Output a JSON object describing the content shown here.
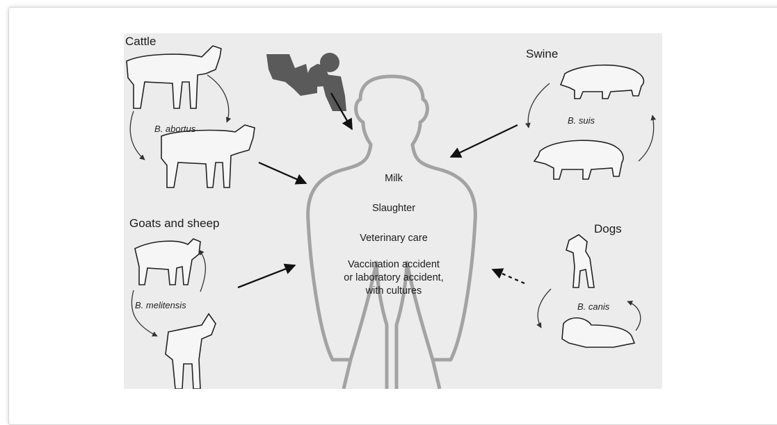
{
  "groups": {
    "cattle": {
      "title": "Cattle",
      "species": "B. abortus",
      "icon": "cow-icon"
    },
    "swine": {
      "title": "Swine",
      "species": "B. suis",
      "icon": "pig-icon"
    },
    "goats": {
      "title": "Goats and sheep",
      "species": "B. melitensis",
      "icon": "goat-sheep-icon"
    },
    "dogs": {
      "title": "Dogs",
      "species": "B. canis",
      "icon": "dog-icon"
    }
  },
  "routes": [
    "Milk",
    "Slaughter",
    "Veterinary care",
    "Vaccination accident",
    "or laboratory accident,",
    "with cultures"
  ],
  "colors": {
    "background": "#ececec",
    "outline": "#9a9a9a",
    "ink": "#1b1b1b",
    "silhouette": "#5c5c5c"
  }
}
